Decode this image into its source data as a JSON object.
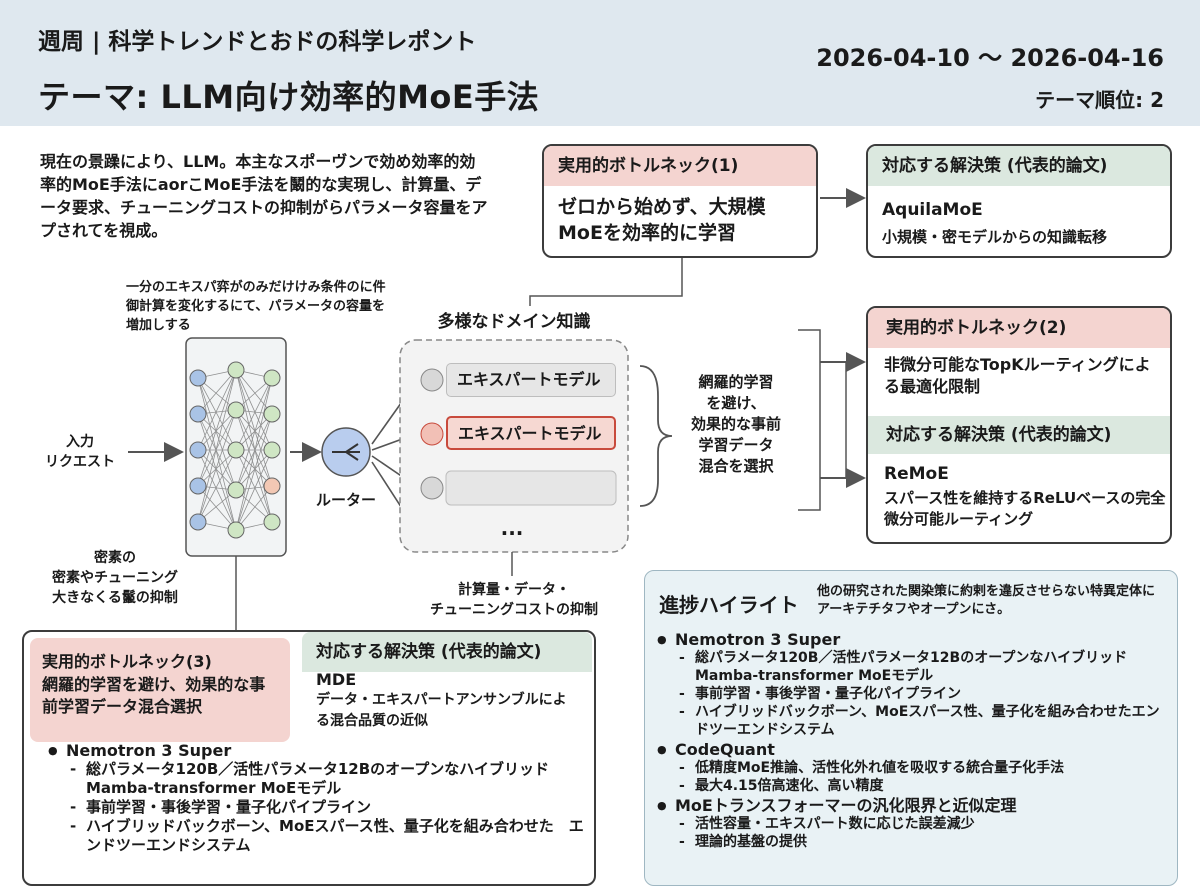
{
  "header": {
    "subtitle": "週周 | 科学トレンドとおドの科学レポント",
    "title": "テーマ: LLM向け効率的MoE手法",
    "date_range": "2026-04-10 〜 2026-04-16",
    "theme_rank": "テーマ順位: 2"
  },
  "intro": "現在の景躁により、LLM。本主なスポーヴンで効め効率的効率的MoE手法にaorこMoE手法を鬫的な実現し、計算量、データ要求、チューニングコストの抑制がらパラメータ容量をアプされてを視成。",
  "bottleneck1": {
    "head": "実用的ボトルネック(1)",
    "body": "ゼロから始めず、大規模MoEを効率的に学習"
  },
  "solution1": {
    "head": "対応する解決策 (代表的論文)",
    "name": "AquilaMoE",
    "desc": "小規模・密モデルからの知識転移"
  },
  "bottleneck2": {
    "head": "実用的ボトルネック(2)",
    "body": "非微分可能なTopKルーティングによる最適化限制"
  },
  "solution2": {
    "head": "対応する解決策 (代表的論文)",
    "name": "ReMoE",
    "desc": "スパース性を維持するReLUベースの完全微分可能ルーティング"
  },
  "bottleneck3": {
    "head": "実用的ボトルネック(3)",
    "body": "網羅的学習を避け、効果的な事前学習データ混合選択"
  },
  "solution3": {
    "head": "対応する解決策 (代表的論文)",
    "name": "MDE",
    "desc": "データ・エキスパートアンサンブルによる混合品質の近似"
  },
  "diagram": {
    "expert_note": "一分のエキスパ弈がのみだけけみ条件のに件御計算を変化するにて、パラメータの容量を増加しする",
    "input_label": "入力\nリクエスト",
    "router_label": "ルーター",
    "domain_label": "多様なドメイン知識",
    "expert1": "エキスパートモデル",
    "expert2": "エキスパートモデル",
    "ellipsis": "...",
    "brace_note": "網羅的学習\nを避け、\n効果的な事前\n学習データ\n混合を選択",
    "dense_note": "密素の\n密素やチューニング\n大きなくる鬣の抑制",
    "cost_note": "計算量・データ・\nチューニングコストの抑制"
  },
  "bottom_list": [
    {
      "title": "Nemotron 3 Super",
      "subs": [
        "総パラメータ120B／活性パラメータ12BのオープンなハイブリッドMamba-transformer MoEモデル",
        "事前学習・事後学習・量子化パイプライン",
        "ハイブリッドバックボーン、MoEスパース性、量子化を組み合わせた　エンドツーエンドシステム"
      ]
    }
  ],
  "highlights": {
    "title": "進捗ハイライト",
    "note": "他の研究された関染策に約剌を違反させらない特異定体にアーキテチタフやオープンにさ。",
    "items": [
      {
        "title": "Nemotron 3 Super",
        "subs": [
          "総パラメータ120B／活性パラメータ12BのオープンなハイブリッドMamba-transformer MoEモデル",
          "事前学習・事後学習・量子化パイプライン",
          "ハイブリッドバックボーン、MoEスパース性、量子化を組み合わせたエンドツーエンドシステム"
        ]
      },
      {
        "title": "CodeQuant",
        "subs": [
          "低精度MoE推論、活性化外れ値を吸収する統合量子化手法",
          "最大4.15倍高速化、高い精度"
        ]
      },
      {
        "title": "MoEトランスフォーマーの汎化限界と近似定理",
        "subs": [
          "活性容量・エキスパート数に応じた誤差減少",
          "理論的基盤の提供"
        ]
      }
    ]
  },
  "colors": {
    "header_bg": "#dfe8ef",
    "red_head": "#f4d4d0",
    "green_head": "#dbe8df",
    "node_blue": "#a9c3e6",
    "node_green": "#cfe6c4",
    "node_orange": "#f2c8b4",
    "router": "#b9cdee",
    "highlight_bg": "#e9f2f5"
  }
}
